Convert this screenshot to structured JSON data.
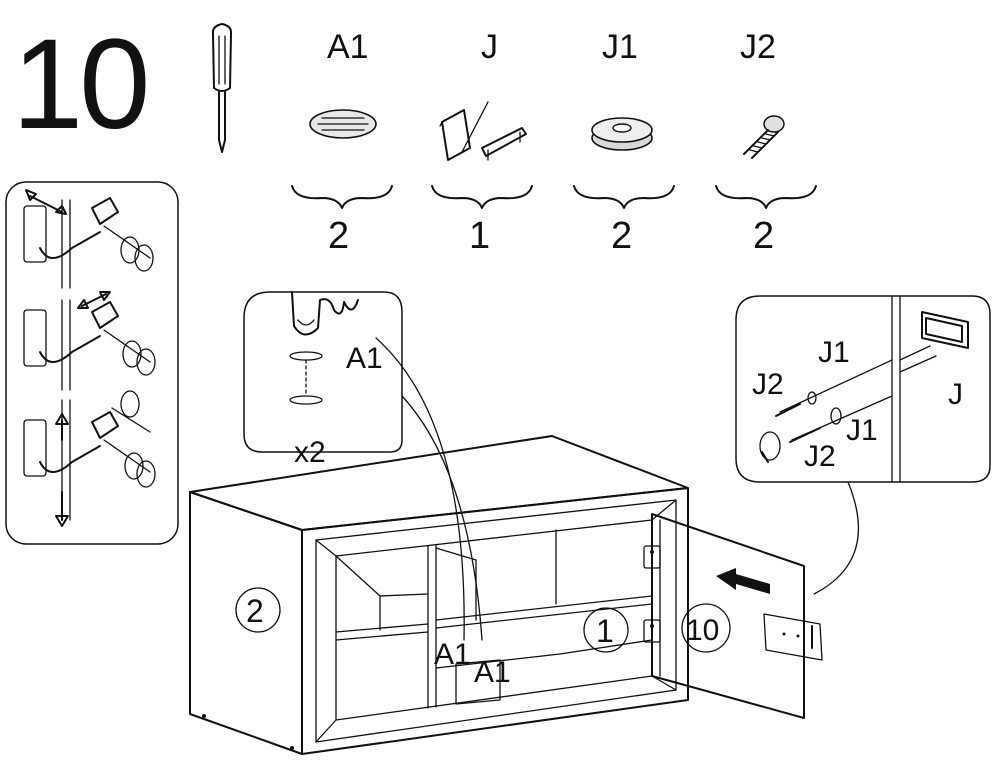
{
  "step": {
    "number": "10"
  },
  "tool": {
    "icon": "screwdriver-icon"
  },
  "parts": [
    {
      "code": "A1",
      "qty": "2",
      "icon": "bumper-pad-icon"
    },
    {
      "code": "J",
      "qty": "1",
      "icon": "handle-icon"
    },
    {
      "code": "J1",
      "qty": "2",
      "icon": "washer-icon"
    },
    {
      "code": "J2",
      "qty": "2",
      "icon": "screw-icon"
    }
  ],
  "pad_detail": {
    "label": "A1",
    "count": "x2"
  },
  "handle_detail": {
    "labels": [
      "J1",
      "J2",
      "J1",
      "J2",
      "J"
    ]
  },
  "cabinet": {
    "side_panel": "2",
    "shelf_unit": "1",
    "door": "10",
    "pad_labels": [
      "A1",
      "A1"
    ]
  }
}
